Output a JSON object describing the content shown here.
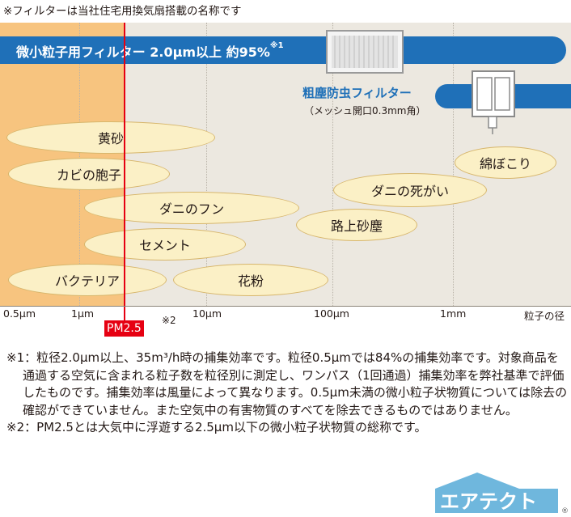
{
  "top_note": "※フィルターは当社住宅用換気扇搭載の名称です",
  "main_filter": {
    "label": "微小粒子用フィルター 2.0μm以上 約95%",
    "mark": "※1"
  },
  "coarse_filter": {
    "label": "粗塵防虫フィルター",
    "sub": "（メッシュ開口0.3mm角）"
  },
  "particles": [
    "黄砂",
    "カビの胞子",
    "ダニのフン",
    "セメント",
    "バクテリア",
    "花粉",
    "路上砂塵",
    "ダニの死がい",
    "綿ぼこり"
  ],
  "axis": {
    "ticks": [
      "0.5μm",
      "1μm",
      "10μm",
      "100μm",
      "1mm"
    ],
    "title": "粒子の径",
    "pm_label": "PM2.5",
    "pm_mark": "※2"
  },
  "notes": [
    "※1：粒径2.0μm以上、35m³/h時の捕集効率です。粒径0.5μmでは84%の捕集効率です。対象商品を通過する空気に含まれる粒子数を粒径別に測定し、ワンパス（1回通過）捕集効率を弊社基準で評価したものです。捕集効率は風量によって異なります。0.5μm未満の微小粒子状物質については除去の確認ができていません。また空気中の有害物質のすべてを除去できるものではありません。",
    "※2：PM2.5とは大気中に浮遊する2.5μm以下の微小粒子状物質の総称です。"
  ],
  "logo": {
    "text": "エアテクト",
    "mark": "®"
  },
  "colors": {
    "blue": "#1f70b8",
    "red": "#e60012",
    "orange": "#f7c47f",
    "ellipse_fill": "#fbf0c6"
  }
}
